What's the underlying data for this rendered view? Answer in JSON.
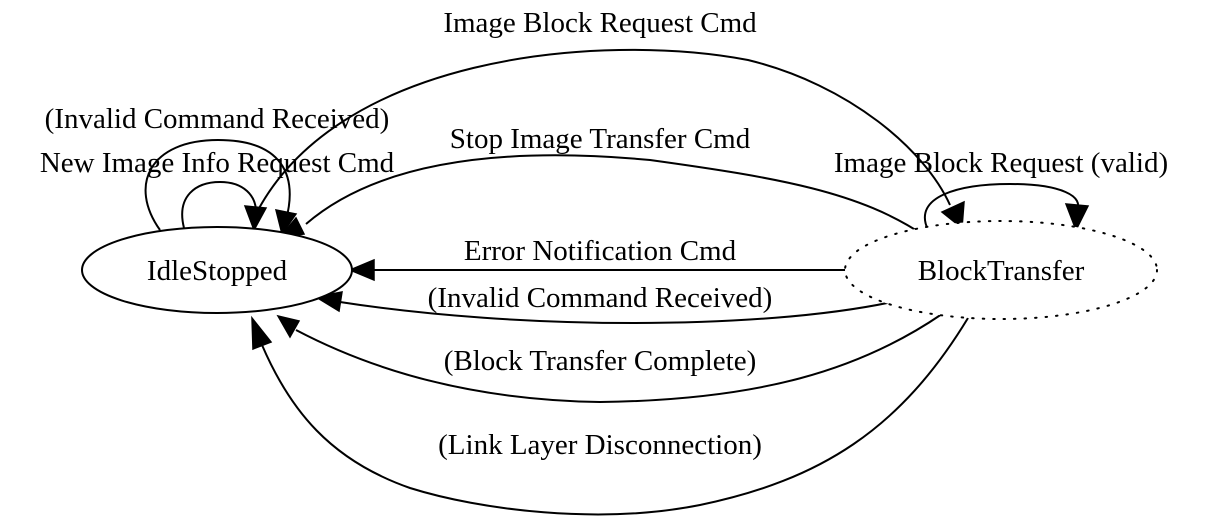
{
  "nodes": {
    "idle": {
      "label": "IdleStopped",
      "border": "solid"
    },
    "block": {
      "label": "BlockTransfer",
      "border": "dotted"
    }
  },
  "edges": {
    "idle_self_outer": "(Invalid Command Received)",
    "idle_self_inner": "New Image Info Request Cmd",
    "idle_to_block": "Image Block Request Cmd",
    "block_self": "Image Block Request (valid)",
    "stop_transfer": "Stop Image Transfer Cmd",
    "error_notification": "Error Notification Cmd",
    "invalid_command": "(Invalid Command Received)",
    "transfer_complete": "(Block Transfer Complete)",
    "link_disconnect": "(Link Layer Disconnection)"
  },
  "colors": {
    "stroke": "#000000",
    "background": "#ffffff"
  }
}
